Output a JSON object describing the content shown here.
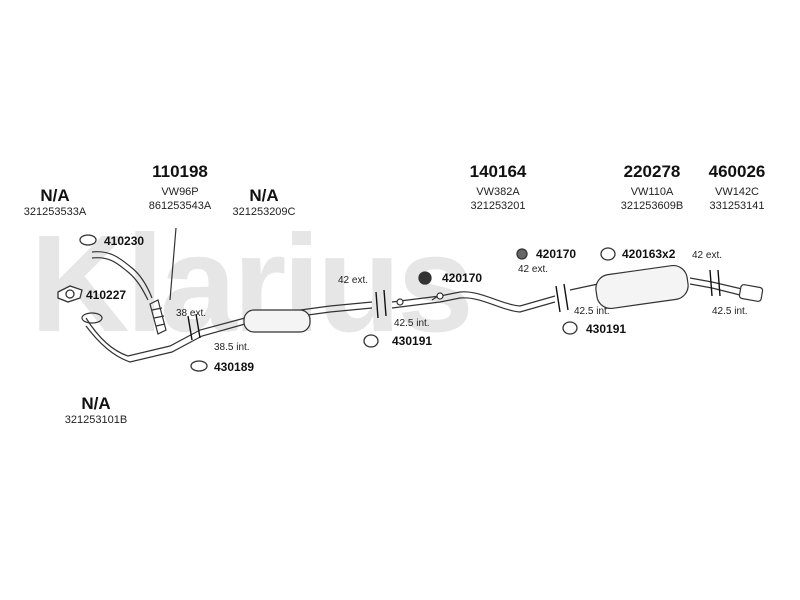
{
  "watermark": "Klarius",
  "headers": [
    {
      "number": "N/A",
      "code": "321253533A"
    },
    {
      "number": "110198",
      "code": "VW96P"
    },
    {
      "number": "",
      "code": "861253543A"
    },
    {
      "number": "N/A",
      "code": "321253209C"
    },
    {
      "number": "140164",
      "code": "VW382A"
    },
    {
      "number": "",
      "code": "321253201"
    },
    {
      "number": "220278",
      "code": "VW110A"
    },
    {
      "number": "",
      "code": "321253609B"
    },
    {
      "number": "460026",
      "code": "VW142C"
    },
    {
      "number": "",
      "code": "331253141"
    },
    {
      "number": "N/A",
      "code": "321253101B"
    }
  ],
  "fittings": [
    {
      "label": "410230"
    },
    {
      "label": "410227"
    },
    {
      "label": "430189"
    },
    {
      "label": "420170"
    },
    {
      "label": "430191"
    },
    {
      "label": "420170"
    },
    {
      "label": "420163x2"
    },
    {
      "label": "430191"
    }
  ],
  "dimensions": [
    {
      "text": "38 ext."
    },
    {
      "text": "38.5 int."
    },
    {
      "text": "42 ext."
    },
    {
      "text": "42.5 int."
    },
    {
      "text": "42 ext."
    },
    {
      "text": "42.5 int."
    },
    {
      "text": "42 ext."
    },
    {
      "text": "42.5 int."
    }
  ]
}
